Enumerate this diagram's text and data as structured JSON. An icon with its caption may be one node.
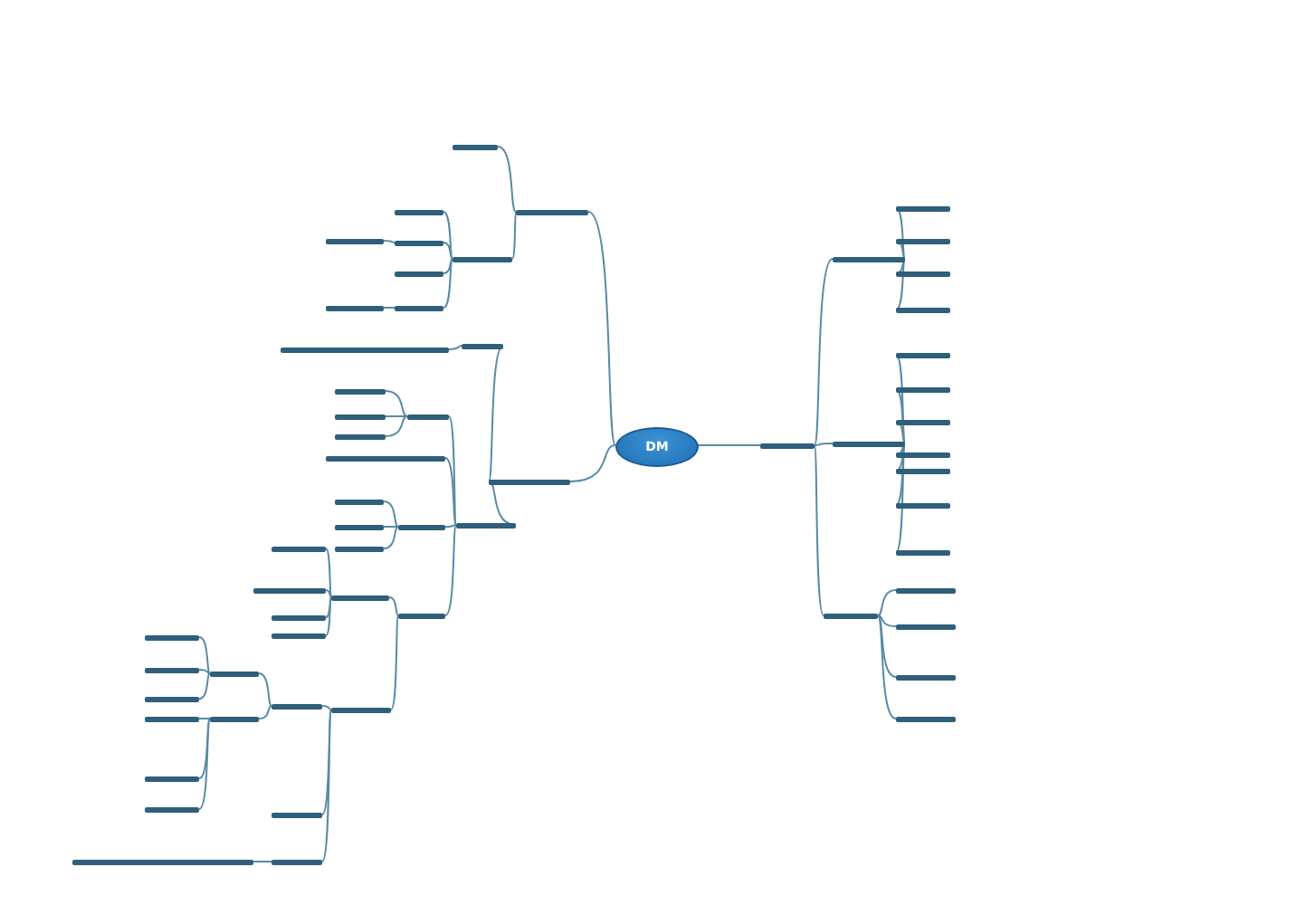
{
  "diagram": {
    "nodes": [
      {
        "text": [
          "DM"
        ]
      },
      {
        "text": [],
        "shape": "bar"
      },
      {
        "text": [],
        "shape": "bar"
      },
      {
        "text": [],
        "shape": "bar"
      },
      {
        "text": [],
        "shape": "bar"
      },
      {
        "text": [],
        "shape": "bar"
      },
      {
        "text": [],
        "shape": "bar"
      },
      {
        "text": [],
        "shape": "bar"
      },
      {
        "text": [],
        "shape": "bar"
      },
      {
        "text": [],
        "shape": "bar"
      },
      {
        "text": [],
        "shape": "bar"
      },
      {
        "text": [],
        "shape": "bar"
      },
      {
        "text": [],
        "shape": "bar"
      },
      {
        "text": [],
        "shape": "bar"
      },
      {
        "text": [],
        "shape": "bar"
      },
      {
        "text": [],
        "shape": "bar"
      },
      {
        "text": [],
        "shape": "bar"
      },
      {
        "text": [],
        "shape": "bar"
      },
      {
        "text": [],
        "shape": "bar"
      },
      {
        "text": [],
        "shape": "bar"
      },
      {
        "text": [],
        "shape": "bar"
      },
      {
        "text": [],
        "shape": "bar"
      },
      {
        "text": [],
        "shape": "bar"
      },
      {
        "text": [],
        "shape": "bar"
      },
      {
        "text": [],
        "shape": "bar"
      },
      {
        "text": [],
        "shape": "bar"
      },
      {
        "text": [],
        "shape": "bar"
      },
      {
        "text": [],
        "shape": "bar"
      },
      {
        "text": [],
        "shape": "bar"
      },
      {
        "text": [],
        "shape": "bar"
      },
      {
        "text": [],
        "shape": "bar"
      },
      {
        "text": [],
        "shape": "bar"
      },
      {
        "text": [],
        "shape": "bar"
      },
      {
        "text": [],
        "shape": "bar"
      },
      {
        "text": [],
        "shape": "bar"
      },
      {
        "text": [],
        "shape": "bar"
      },
      {
        "text": [],
        "shape": "bar"
      },
      {
        "text": [],
        "shape": "bar"
      },
      {
        "text": [],
        "shape": "bar"
      },
      {
        "text": [],
        "shape": "bar"
      },
      {
        "text": [],
        "shape": "bar"
      },
      {
        "text": [],
        "shape": "bar"
      },
      {
        "text": [],
        "shape": "bar"
      },
      {
        "text": [],
        "shape": "bar"
      },
      {
        "text": [],
        "shape": "bar"
      },
      {
        "text": [],
        "shape": "bar"
      },
      {
        "text": [],
        "shape": "bar"
      },
      {
        "text": [],
        "shape": "bar"
      },
      {
        "text": [],
        "shape": "bar"
      },
      {
        "text": [],
        "shape": "bar"
      },
      {
        "text": [],
        "shape": "bar"
      },
      {
        "text": [],
        "shape": "bar"
      },
      {
        "text": [],
        "shape": "bar"
      },
      {
        "text": [],
        "shape": "bar"
      },
      {
        "text": [],
        "shape": "bar"
      },
      {
        "text": [],
        "shape": "bar"
      },
      {
        "text": [],
        "shape": "bar"
      },
      {
        "text": [],
        "shape": "bar"
      },
      {
        "text": [],
        "shape": "bar"
      },
      {
        "text": [],
        "shape": "bar"
      },
      {
        "text": [],
        "shape": "bar"
      }
    ],
    "edges": [
      {
        "from": 0,
        "to": 1,
        "arrow": "none"
      },
      {
        "from": 1,
        "to": 2,
        "arrow": "none"
      },
      {
        "from": 1,
        "to": 3,
        "arrow": "none"
      },
      {
        "from": 3,
        "to": 4,
        "arrow": "none"
      },
      {
        "from": 3,
        "to": 5,
        "arrow": "none"
      },
      {
        "from": 5,
        "to": 6,
        "arrow": "none"
      },
      {
        "from": 3,
        "to": 7,
        "arrow": "none"
      },
      {
        "from": 3,
        "to": 8,
        "arrow": "none"
      },
      {
        "from": 8,
        "to": 9,
        "arrow": "none"
      },
      {
        "from": 0,
        "to": 10,
        "arrow": "none"
      },
      {
        "from": 10,
        "to": 11,
        "arrow": "none"
      },
      {
        "from": 11,
        "to": 12,
        "arrow": "none"
      },
      {
        "from": 10,
        "to": 13,
        "arrow": "none"
      },
      {
        "from": 13,
        "to": 14,
        "arrow": "none"
      },
      {
        "from": 14,
        "to": 15,
        "arrow": "none"
      },
      {
        "from": 14,
        "to": 16,
        "arrow": "none"
      },
      {
        "from": 14,
        "to": 17,
        "arrow": "none"
      },
      {
        "from": 13,
        "to": 18,
        "arrow": "none"
      },
      {
        "from": 13,
        "to": 19,
        "arrow": "none"
      },
      {
        "from": 19,
        "to": 20,
        "arrow": "none"
      },
      {
        "from": 19,
        "to": 21,
        "arrow": "none"
      },
      {
        "from": 19,
        "to": 22,
        "arrow": "none"
      },
      {
        "from": 13,
        "to": 23,
        "arrow": "none"
      },
      {
        "from": 23,
        "to": 24,
        "arrow": "none"
      },
      {
        "from": 24,
        "to": 25,
        "arrow": "none"
      },
      {
        "from": 24,
        "to": 26,
        "arrow": "none"
      },
      {
        "from": 24,
        "to": 27,
        "arrow": "none"
      },
      {
        "from": 24,
        "to": 28,
        "arrow": "none"
      },
      {
        "from": 23,
        "to": 29,
        "arrow": "none"
      },
      {
        "from": 29,
        "to": 30,
        "arrow": "none"
      },
      {
        "from": 30,
        "to": 31,
        "arrow": "none"
      },
      {
        "from": 31,
        "to": 32,
        "arrow": "none"
      },
      {
        "from": 31,
        "to": 33,
        "arrow": "none"
      },
      {
        "from": 31,
        "to": 34,
        "arrow": "none"
      },
      {
        "from": 30,
        "to": 35,
        "arrow": "none"
      },
      {
        "from": 35,
        "to": 36,
        "arrow": "none"
      },
      {
        "from": 35,
        "to": 37,
        "arrow": "none"
      },
      {
        "from": 35,
        "to": 38,
        "arrow": "none"
      },
      {
        "from": 29,
        "to": 39,
        "arrow": "none"
      },
      {
        "from": 29,
        "to": 40,
        "arrow": "none"
      },
      {
        "from": 40,
        "to": 41,
        "arrow": "none"
      },
      {
        "from": 0,
        "to": 42,
        "arrow": "none"
      },
      {
        "from": 42,
        "to": 43,
        "arrow": "none"
      },
      {
        "from": 43,
        "to": 44,
        "arrow": "none"
      },
      {
        "from": 43,
        "to": 45,
        "arrow": "none"
      },
      {
        "from": 43,
        "to": 46,
        "arrow": "none"
      },
      {
        "from": 43,
        "to": 47,
        "arrow": "none"
      },
      {
        "from": 42,
        "to": 48,
        "arrow": "none"
      },
      {
        "from": 48,
        "to": 49,
        "arrow": "none"
      },
      {
        "from": 48,
        "to": 50,
        "arrow": "none"
      },
      {
        "from": 48,
        "to": 51,
        "arrow": "none"
      },
      {
        "from": 48,
        "to": 52,
        "arrow": "none"
      },
      {
        "from": 48,
        "to": 53,
        "arrow": "none"
      },
      {
        "from": 48,
        "to": 54,
        "arrow": "none"
      },
      {
        "from": 48,
        "to": 55,
        "arrow": "none"
      },
      {
        "from": 42,
        "to": 56,
        "arrow": "none"
      },
      {
        "from": 56,
        "to": 57,
        "arrow": "none"
      },
      {
        "from": 56,
        "to": 58,
        "arrow": "none"
      },
      {
        "from": 56,
        "to": 59,
        "arrow": "none"
      },
      {
        "from": 56,
        "to": 60,
        "arrow": "none"
      }
    ]
  }
}
